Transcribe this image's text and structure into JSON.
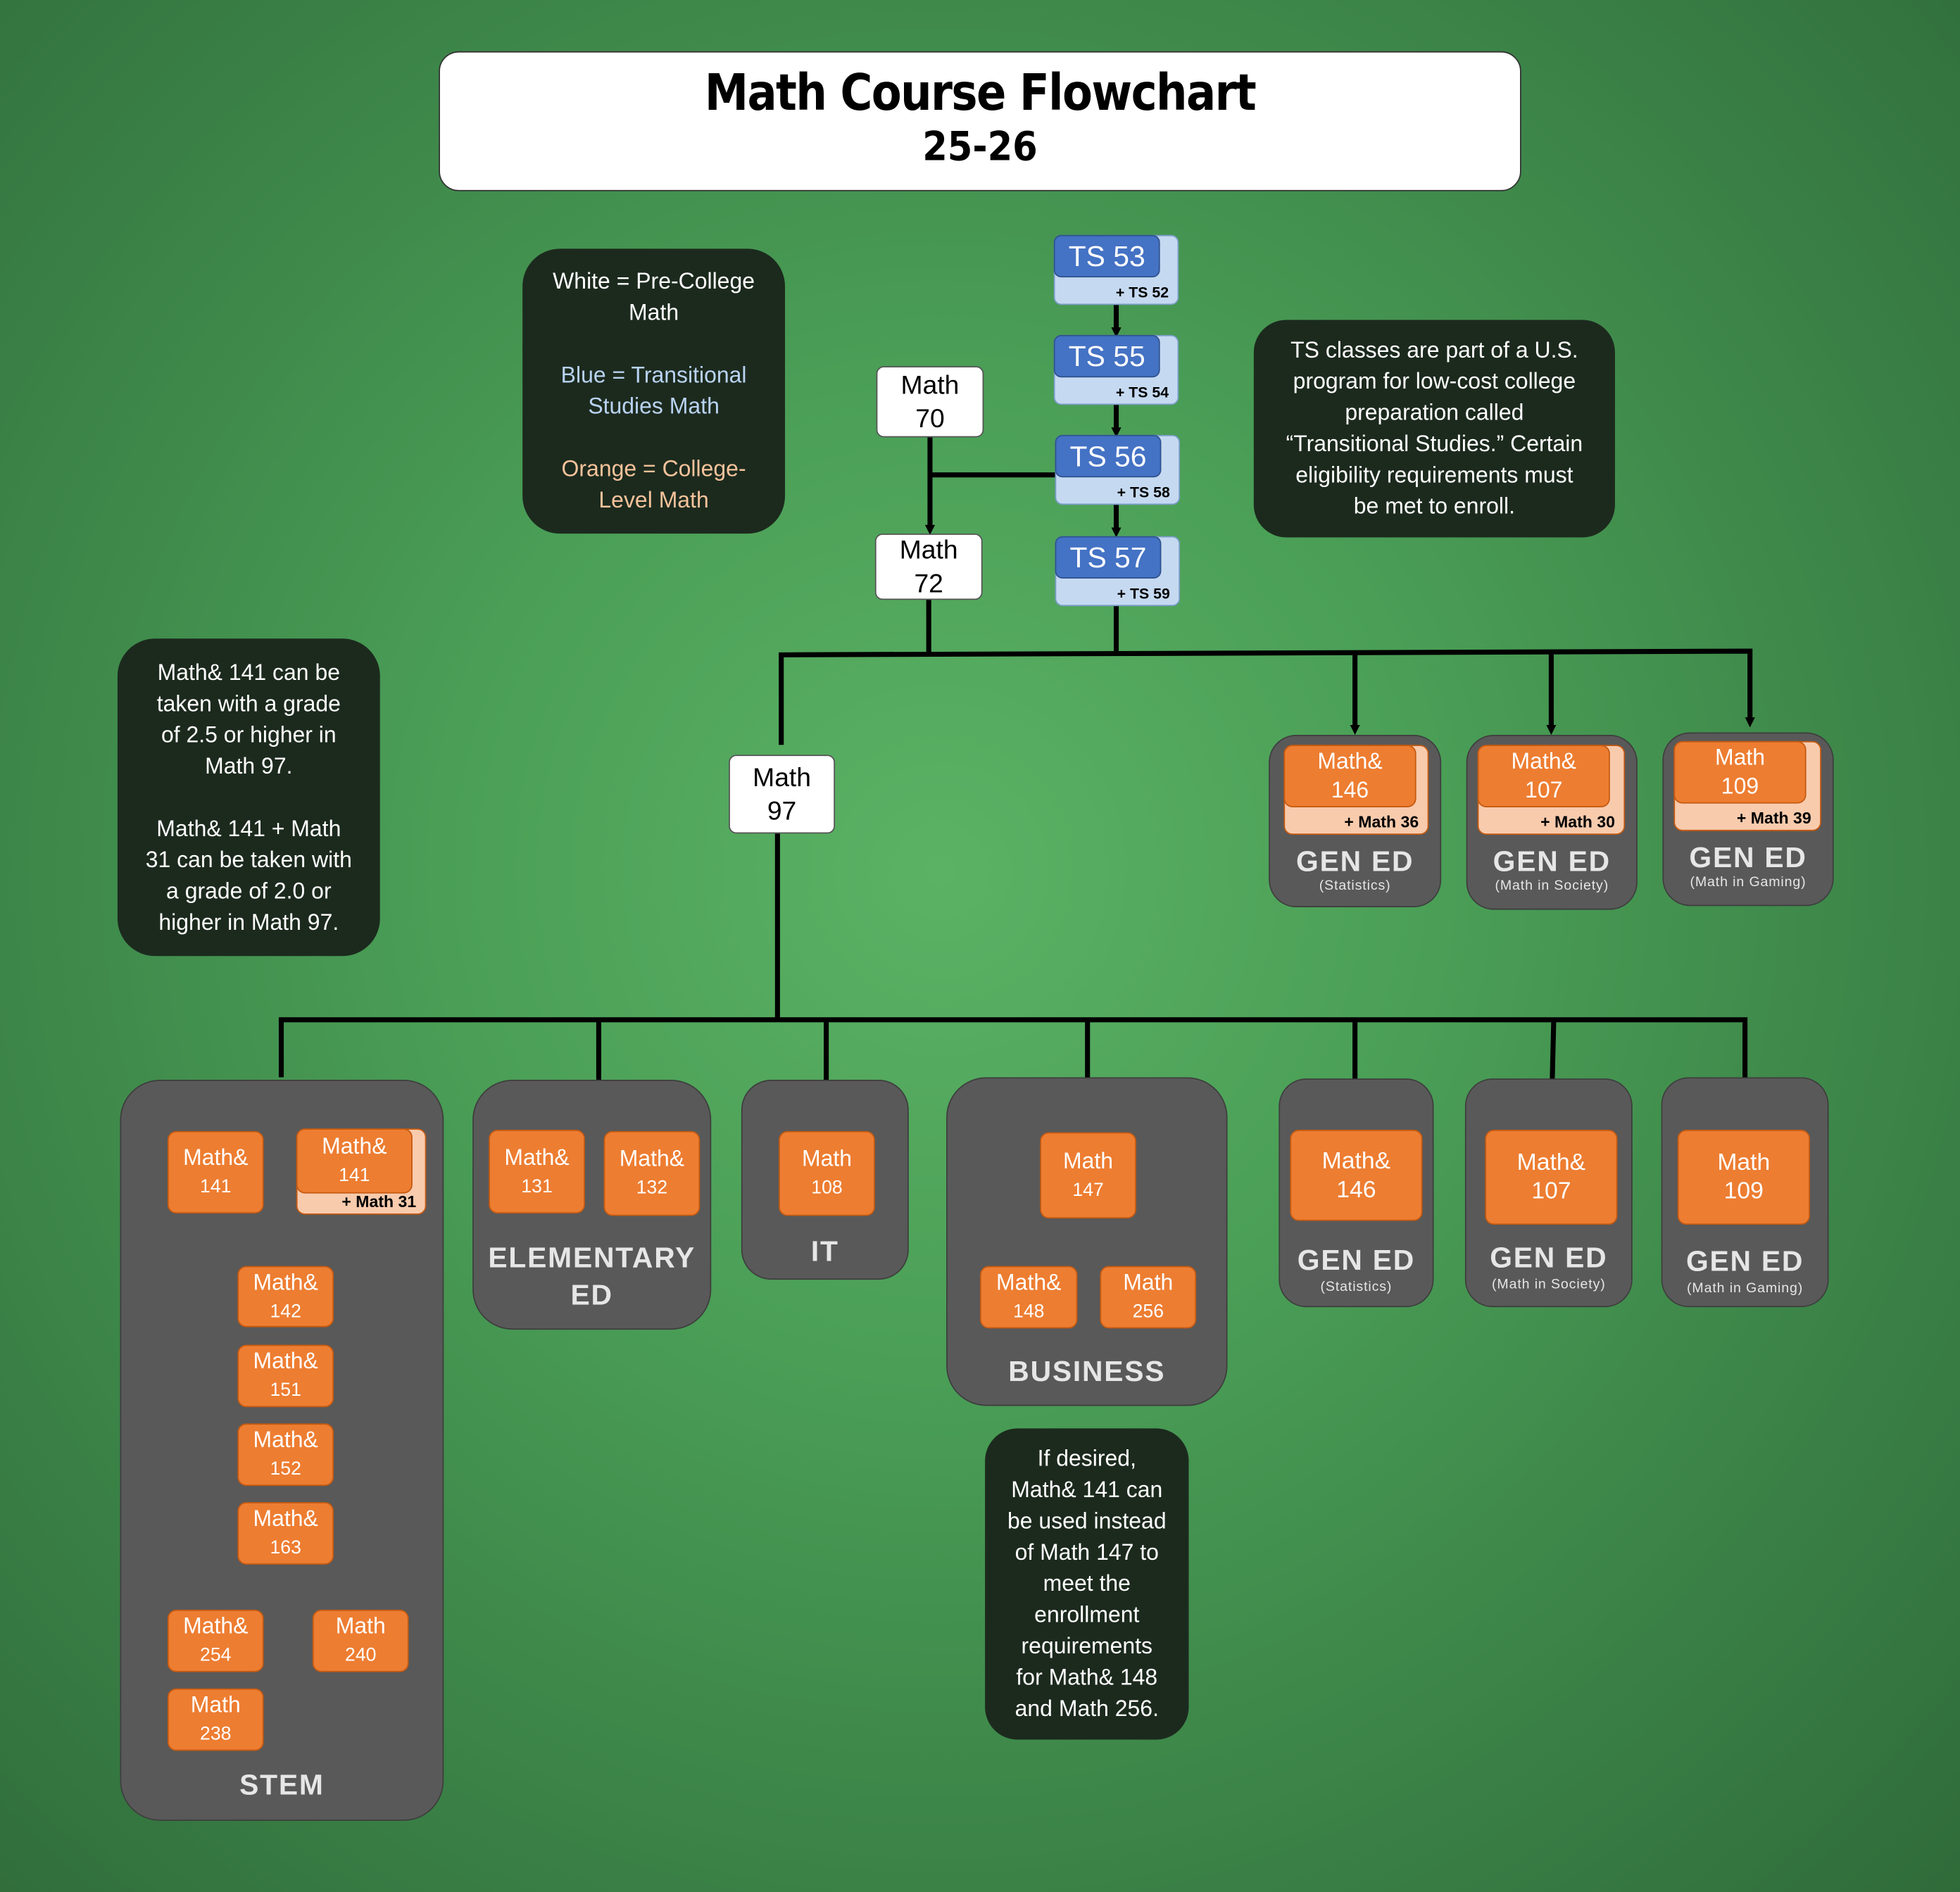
{
  "title": "Math Course Flowchart",
  "year": "25-26",
  "legend": {
    "white": "White = Pre-College\nMath",
    "blue": "Blue = Transitional\nStudies Math",
    "orange": "Orange = College-\nLevel Math"
  },
  "notes": {
    "ts_info": "TS classes are part of a U.S.\nprogram for low-cost college\npreparation called\n“Transitional Studies.” Certain\neligibility requirements must\nbe met to enroll.",
    "math141_1": "Math& 141 can be\ntaken with a grade\nof 2.5 or higher in\nMath 97.",
    "math141_2": "Math& 141 + Math\n31 can be taken with\na grade of 2.0 or\nhigher in Math 97.",
    "business": "If desired,\nMath& 141 can\nbe used instead\nof Math 147 to\nmeet the\nenrollment\nrequirements\nfor Math& 148\nand Math 256."
  },
  "precollege": {
    "math70": "Math\n70",
    "math72": "Math\n72",
    "math97": "Math\n97"
  },
  "ts": [
    {
      "name": "TS 53",
      "plus": "+ TS 52"
    },
    {
      "name": "TS 55",
      "plus": "+ TS 54"
    },
    {
      "name": "TS 56",
      "plus": "+ TS 58"
    },
    {
      "name": "TS 57",
      "plus": "+ TS 59"
    }
  ],
  "gen_ed_top": [
    {
      "l1": "Math&",
      "l2": "146",
      "plus": "+ Math 36",
      "label": "GEN ED",
      "sub": "(Statistics)"
    },
    {
      "l1": "Math&",
      "l2": "107",
      "plus": "+ Math 30",
      "label": "GEN ED",
      "sub": "(Math in Society)"
    },
    {
      "l1": "Math",
      "l2": "109",
      "plus": "+ Math 39",
      "label": "GEN ED",
      "sub": "(Math in Gaming)"
    }
  ],
  "gen_ed_bottom": [
    {
      "l1": "Math&",
      "l2": "146",
      "label": "GEN ED",
      "sub": "(Statistics)"
    },
    {
      "l1": "Math&",
      "l2": "107",
      "label": "GEN ED",
      "sub": "(Math in Society)"
    },
    {
      "l1": "Math",
      "l2": "109",
      "label": "GEN ED",
      "sub": "(Math in Gaming)"
    }
  ],
  "stem": {
    "label": "STEM",
    "m141": {
      "l1": "Math&",
      "l2": "141"
    },
    "m141b": {
      "l1": "Math&",
      "l2": "141",
      "plus": "+ Math 31"
    },
    "m142": {
      "l1": "Math&",
      "l2": "142"
    },
    "m151": {
      "l1": "Math&",
      "l2": "151"
    },
    "m152": {
      "l1": "Math&",
      "l2": "152"
    },
    "m163": {
      "l1": "Math&",
      "l2": "163"
    },
    "m254": {
      "l1": "Math&",
      "l2": "254"
    },
    "m240": {
      "l1": "Math",
      "l2": "240"
    },
    "m238": {
      "l1": "Math",
      "l2": "238"
    }
  },
  "elementary": {
    "label": "ELEMENTARY\nED",
    "m131": {
      "l1": "Math&",
      "l2": "131"
    },
    "m132": {
      "l1": "Math&",
      "l2": "132"
    }
  },
  "it": {
    "label": "IT",
    "m108": {
      "l1": "Math",
      "l2": "108"
    }
  },
  "business": {
    "label": "BUSINESS",
    "m147": {
      "l1": "Math",
      "l2": "147"
    },
    "m148": {
      "l1": "Math&",
      "l2": "148"
    },
    "m256": {
      "l1": "Math",
      "l2": "256"
    }
  },
  "colors": {
    "precollege": "#ffffff",
    "transitional": "#4472c4",
    "transitional_light": "#c5d9f1",
    "college": "#ed7d31",
    "college_light": "#f8cbad",
    "group": "#595959",
    "note": "#1c2a1e"
  }
}
